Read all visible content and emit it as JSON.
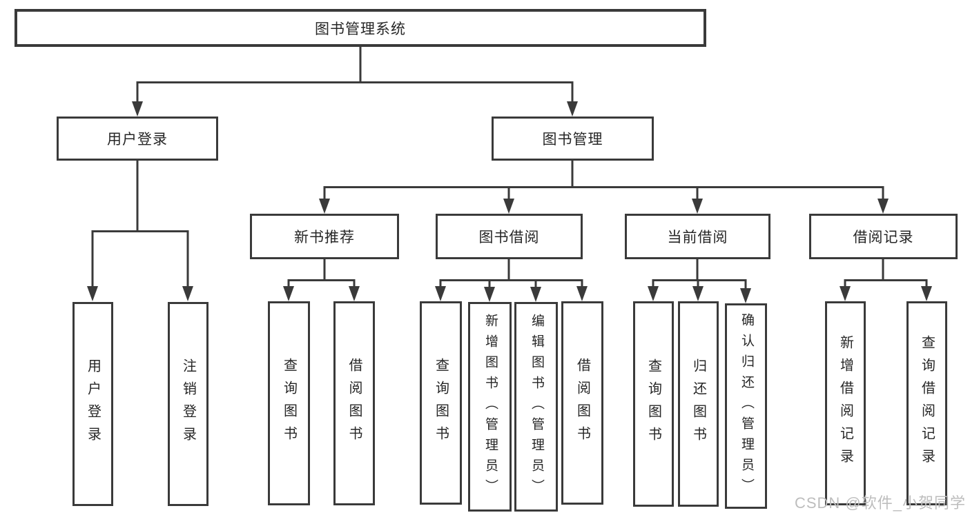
{
  "tree": {
    "root": "图书管理系统",
    "user_login": {
      "label": "用户登录",
      "children": [
        "用户登录",
        "注销登录"
      ]
    },
    "book_mgmt": {
      "label": "图书管理"
    },
    "new_book_rec": {
      "label": "新书推荐",
      "children": [
        "查询图书",
        "借阅图书"
      ]
    },
    "book_borrow": {
      "label": "图书借阅",
      "children": [
        "查询图书",
        "新增图书（管理员）",
        "编辑图书（管理员）",
        "借阅图书"
      ]
    },
    "current_borrow": {
      "label": "当前借阅",
      "children": [
        "查询图书",
        "归还图书",
        "确认归还（管理员）"
      ]
    },
    "borrow_record": {
      "label": "借阅记录",
      "children": [
        "新增借阅记录",
        "查询借阅记录"
      ]
    }
  },
  "watermark": {
    "text": "CSDN @软件_小贺同学"
  },
  "colors": {
    "line": "#3a3a3a",
    "box_border": "#3a3a3a",
    "text": "#262626",
    "watermark": "#bdbdbd",
    "background": "#ffffff"
  }
}
